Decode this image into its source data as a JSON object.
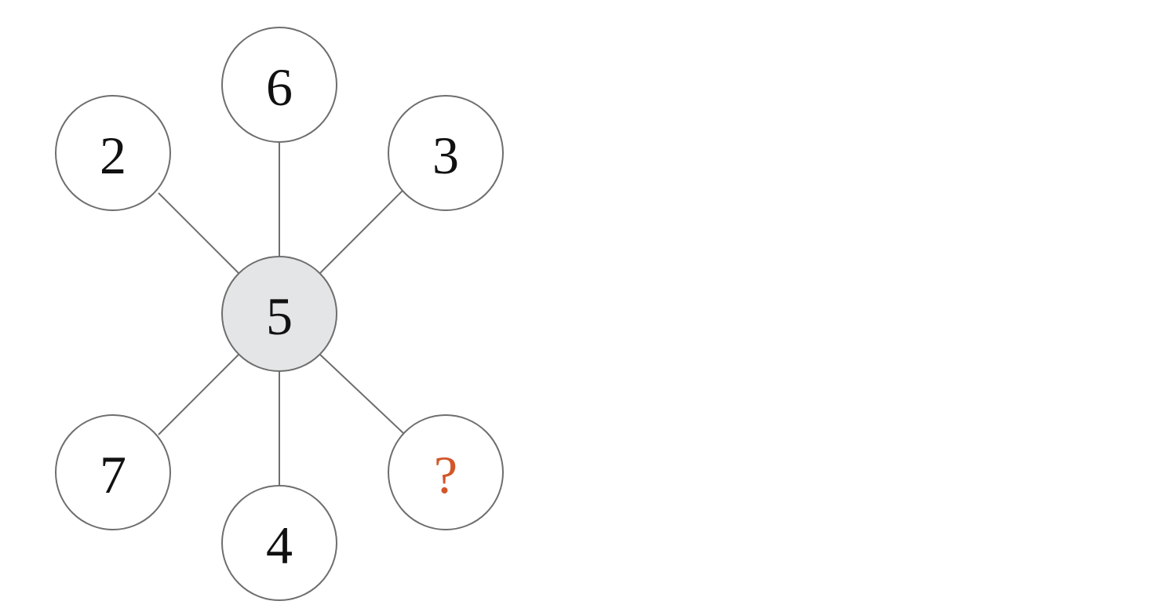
{
  "center": {
    "label": "5"
  },
  "nodes": {
    "top": {
      "label": "6"
    },
    "upper_left": {
      "label": "2"
    },
    "upper_right": {
      "label": "3"
    },
    "lower_left": {
      "label": "7"
    },
    "bottom": {
      "label": "4"
    },
    "lower_right": {
      "label": "?"
    }
  },
  "colors": {
    "line": "#6e6e6e",
    "center_fill": "#e4e5e6",
    "question_mark": "#d2562a"
  }
}
